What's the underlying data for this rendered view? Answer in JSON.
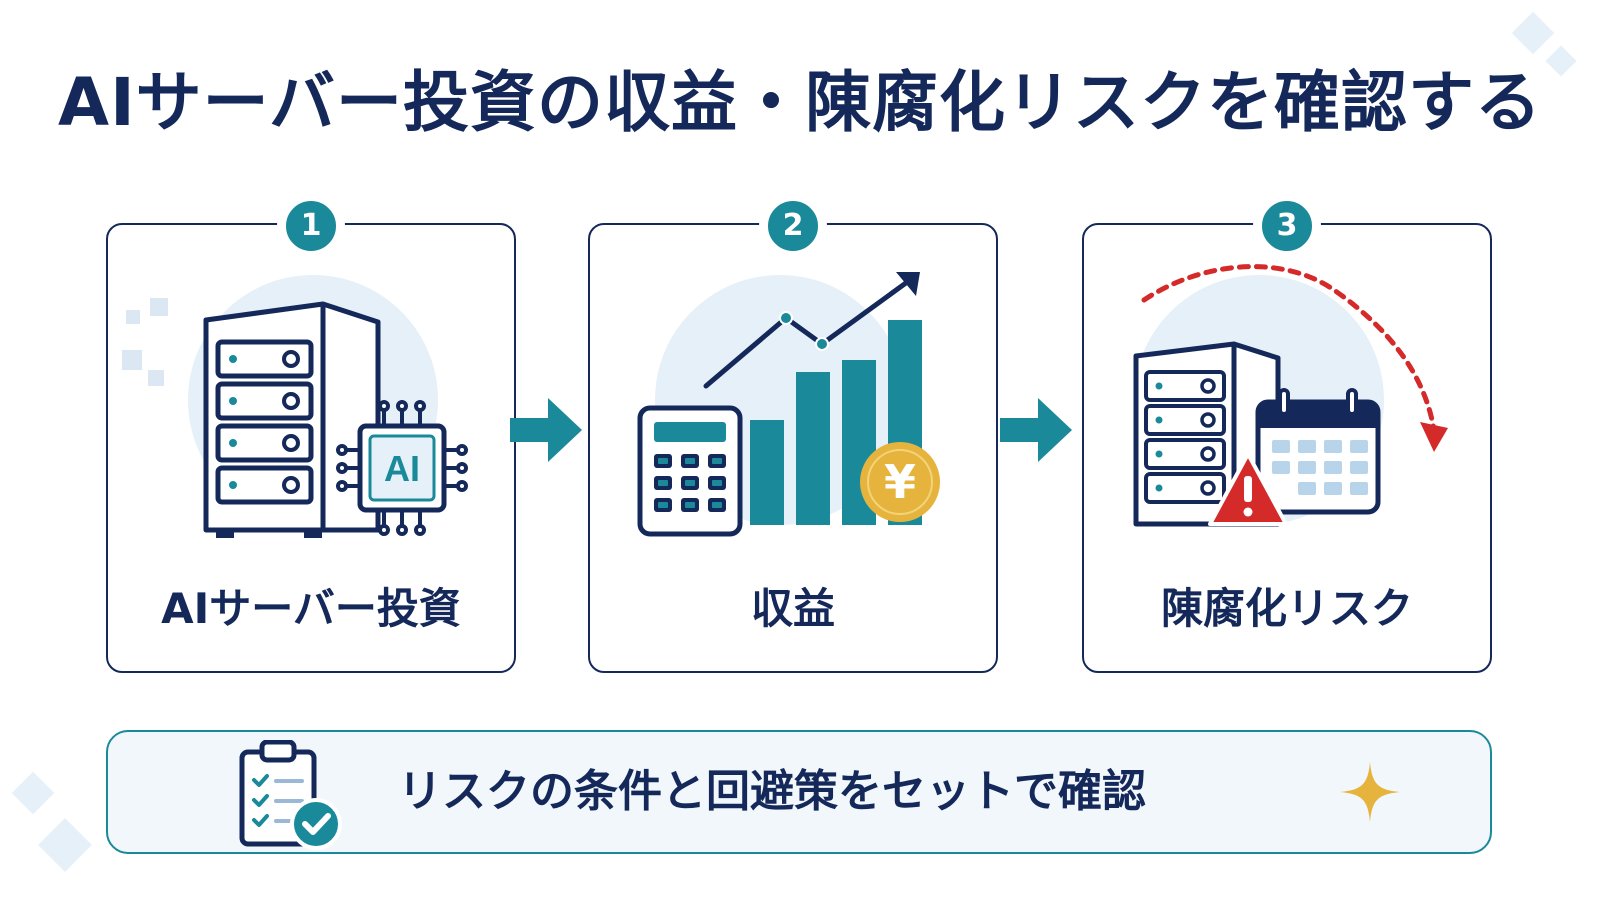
{
  "title": "AIサーバー投資の収益・陳腐化リスクを確認する",
  "steps": [
    {
      "number": "1",
      "label": "AIサーバー投資",
      "icon": "ai-server-icon"
    },
    {
      "number": "2",
      "label": "収益",
      "icon": "growth-chart-calculator-icon"
    },
    {
      "number": "3",
      "label": "陳腐化リスク",
      "icon": "server-calendar-warning-icon"
    }
  ],
  "chip_label": "AI",
  "yen_symbol": "¥",
  "bottom_banner": {
    "text": "リスクの条件と回避策をセットで確認",
    "left_icon": "checklist-clipboard-icon",
    "right_icon": "sparkle-icon"
  },
  "colors": {
    "navy": "#14285a",
    "teal": "#1a8a9b",
    "gold": "#e6b43c",
    "red": "#d42a2a",
    "light_blue": "#e6f0f8"
  }
}
